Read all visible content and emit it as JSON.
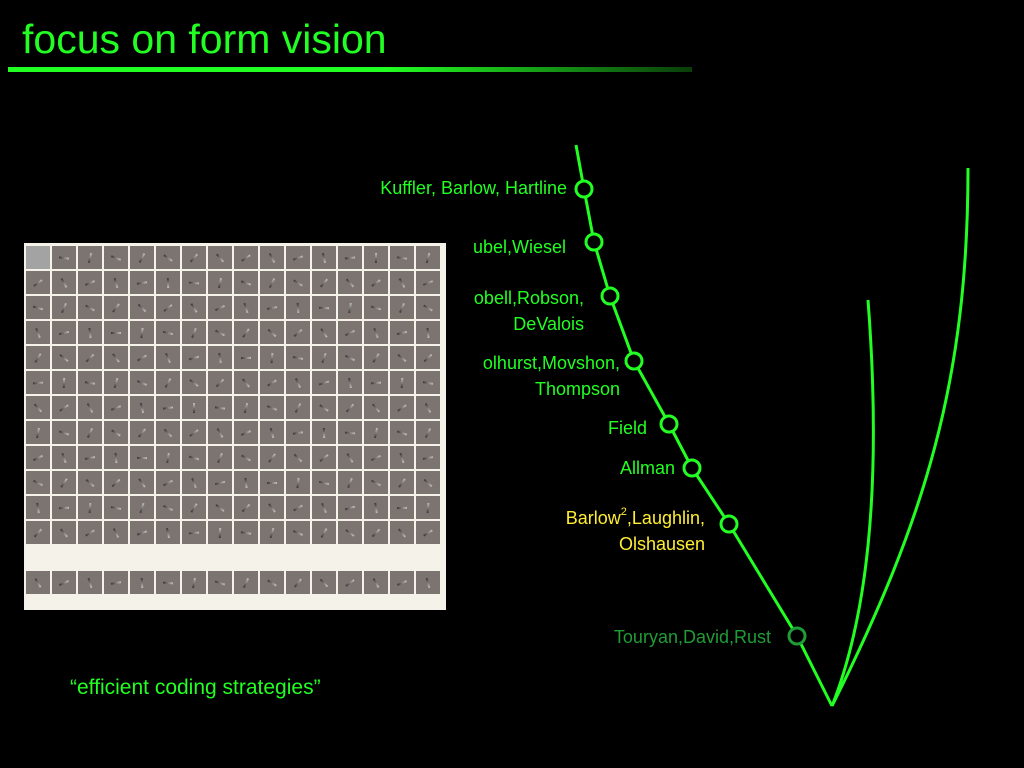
{
  "title": "focus on form vision",
  "caption": "“efficient coding strategies”",
  "researchers": [
    {
      "lines": [
        "Kuffler, Barlow, Hartline"
      ]
    },
    {
      "lines": [
        "ubel,Wiesel"
      ]
    },
    {
      "lines": [
        "obell,Robson,",
        "DeValois"
      ]
    },
    {
      "lines": [
        "olhurst,Movshon,",
        "Thompson"
      ]
    },
    {
      "lines": [
        "Field"
      ]
    },
    {
      "lines": [
        "Allman"
      ]
    },
    {
      "line1_pre": "Barlow",
      "line1_sup": "2",
      "line1_post": ",Laughlin,",
      "line2": "Olshausen"
    },
    {
      "lines": [
        "Touryan,David,Rust"
      ]
    }
  ],
  "colors": {
    "accent": "#22ff22",
    "highlight": "#ffee33",
    "muted": "#1f9c36",
    "background": "#000000"
  },
  "figure": {
    "description_icon": "receptive-field-patches-image"
  }
}
